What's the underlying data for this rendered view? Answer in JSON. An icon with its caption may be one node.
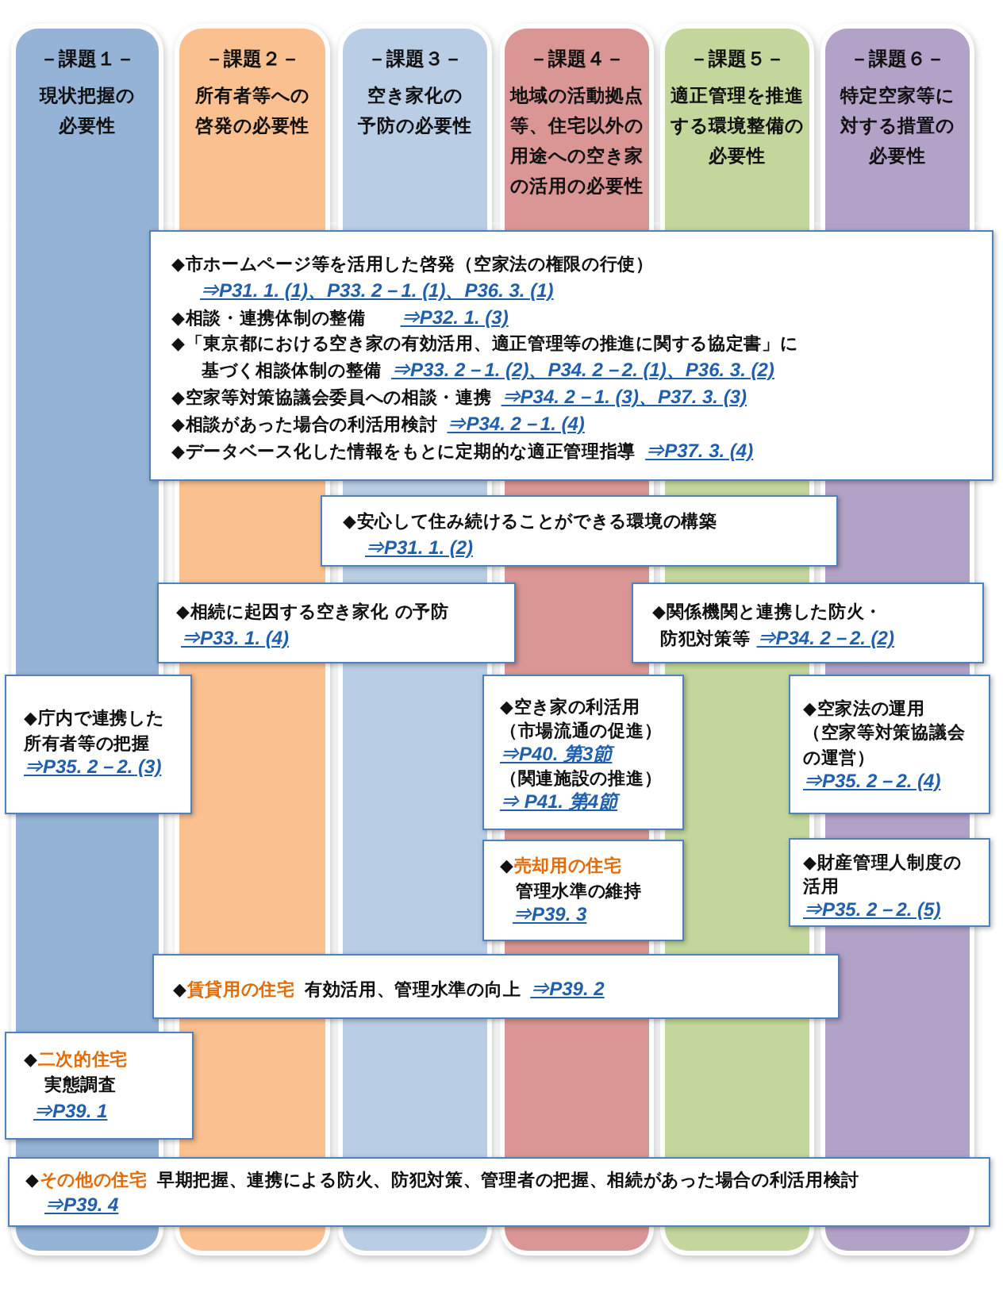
{
  "diagram": {
    "nodes": [
      {
        "text": [
          "－課題１－",
          "現状把握の必要性"
        ]
      },
      {
        "text": [
          "－課題２－",
          "所有者等への啓発の必要性"
        ]
      },
      {
        "text": [
          "－課題３－",
          "空き家化の予防の必要性"
        ]
      },
      {
        "text": [
          "－課題４－",
          "地域の活動拠点等、住宅以外の用途への空き家の活用の必要性"
        ]
      },
      {
        "text": [
          "－課題５－",
          "適正管理を推進する環境整備の必要性"
        ]
      },
      {
        "text": [
          "－課題６－",
          "特定空家等に対する措置の必要性"
        ]
      },
      {
        "text": [
          "◆市ホームページ等を活用した啓発（空家法の権限の行使）",
          "⇒P31. 1. (1)、P33. 2－1. (1)、P36. 3. (1)",
          "◆相談・連携体制の整備",
          "⇒P32. 1. (3)",
          "◆「東京都における空き家の有効活用、適正管理等の推進に関する協定書」に基づく相談体制の整備",
          "⇒P33. 2－1. (2)、P34. 2－2. (1)、P36. 3. (2)",
          "◆空家等対策協議会委員への相談・連携",
          "⇒P34. 2－1. (3)、P37. 3. (3)",
          "◆相談があった場合の利活用検討",
          "⇒P34. 2－1. (4)",
          "◆データベース化した情報をもとに定期的な適正管理指導",
          "⇒P37. 3. (4)"
        ]
      },
      {
        "text": [
          "◆安心して住み続けることができる環境の構築",
          "⇒P31. 1. (2)"
        ]
      },
      {
        "text": [
          "◆相続に起因する空き家化 の予防",
          "⇒P33. 1. (4)"
        ]
      },
      {
        "text": [
          "◆関係機関と連携した防火・防犯対策等",
          "⇒P34. 2－2. (2)"
        ]
      },
      {
        "text": [
          "◆庁内で連携した所有者等の把握",
          "⇒P35. 2－2. (3)"
        ]
      },
      {
        "text": [
          "◆空き家の利活用",
          "（市場流通の促進）",
          "⇒P40. 第3節",
          "（関連施設の推進）",
          "⇒ P41. 第4節"
        ]
      },
      {
        "text": [
          "◆空家法の運用",
          "（空家等対策協議会の運営）",
          "⇒P35. 2－2. (4)"
        ]
      },
      {
        "text": [
          "◆売却用の住宅",
          "管理水準の維持",
          "⇒P39. 3"
        ]
      },
      {
        "text": [
          "◆財産管理人制度の活用",
          "⇒P35. 2－2. (5)"
        ]
      },
      {
        "text": [
          "◆賃貸用の住宅",
          "有効活用、管理水準の向上",
          "⇒P39. 2"
        ]
      },
      {
        "text": [
          "◆二次的住宅",
          "実態調査",
          "⇒P39. 1"
        ]
      },
      {
        "text": [
          "◆その他の住宅",
          "早期把握、連携による防火、防犯対策、管理者の把握、相続があった場合の利活用検討",
          "⇒P39. 4"
        ]
      }
    ]
  }
}
